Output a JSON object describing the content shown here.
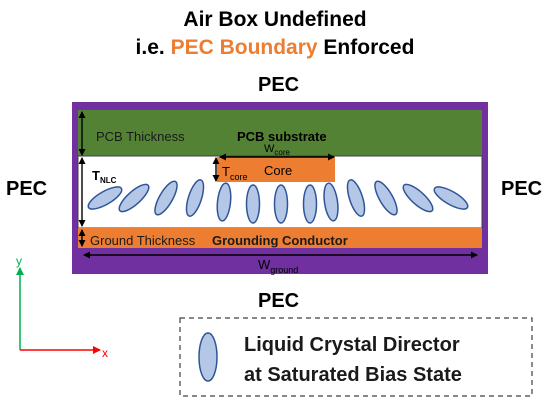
{
  "header": {
    "line1": "Air Box Undefined",
    "line2_prefix": "i.e. ",
    "line2_highlight": "PEC Boundary",
    "line2_suffix": " Enforced"
  },
  "boundary": {
    "top": "PEC",
    "left": "PEC",
    "right": "PEC",
    "bottom": "PEC"
  },
  "layers": {
    "pcb_thickness": "PCB Thickness",
    "pcb_substrate": "PCB substrate",
    "ground_thickness": "Ground Thickness",
    "grounding_conductor": "Grounding Conductor",
    "core": "Core"
  },
  "dimensions": {
    "w_core": "W",
    "w_core_sub": "core",
    "t_core": "T",
    "t_core_sub": "core",
    "t_nlc": "T",
    "t_nlc_sub": "NLC",
    "w_ground": "W",
    "w_ground_sub": "ground"
  },
  "axes": {
    "x": "x",
    "y": "y"
  },
  "legend": {
    "line1": "Liquid Crystal Director",
    "line2": "at Saturated Bias State"
  },
  "colors": {
    "pec_purple": "#7030a0",
    "pcb_green": "#548235",
    "copper_orange": "#ed7d31",
    "lc_fill": "#b4c7e7",
    "lc_stroke": "#2f5597",
    "axis_red": "#ff0000",
    "axis_green": "#00b050"
  }
}
